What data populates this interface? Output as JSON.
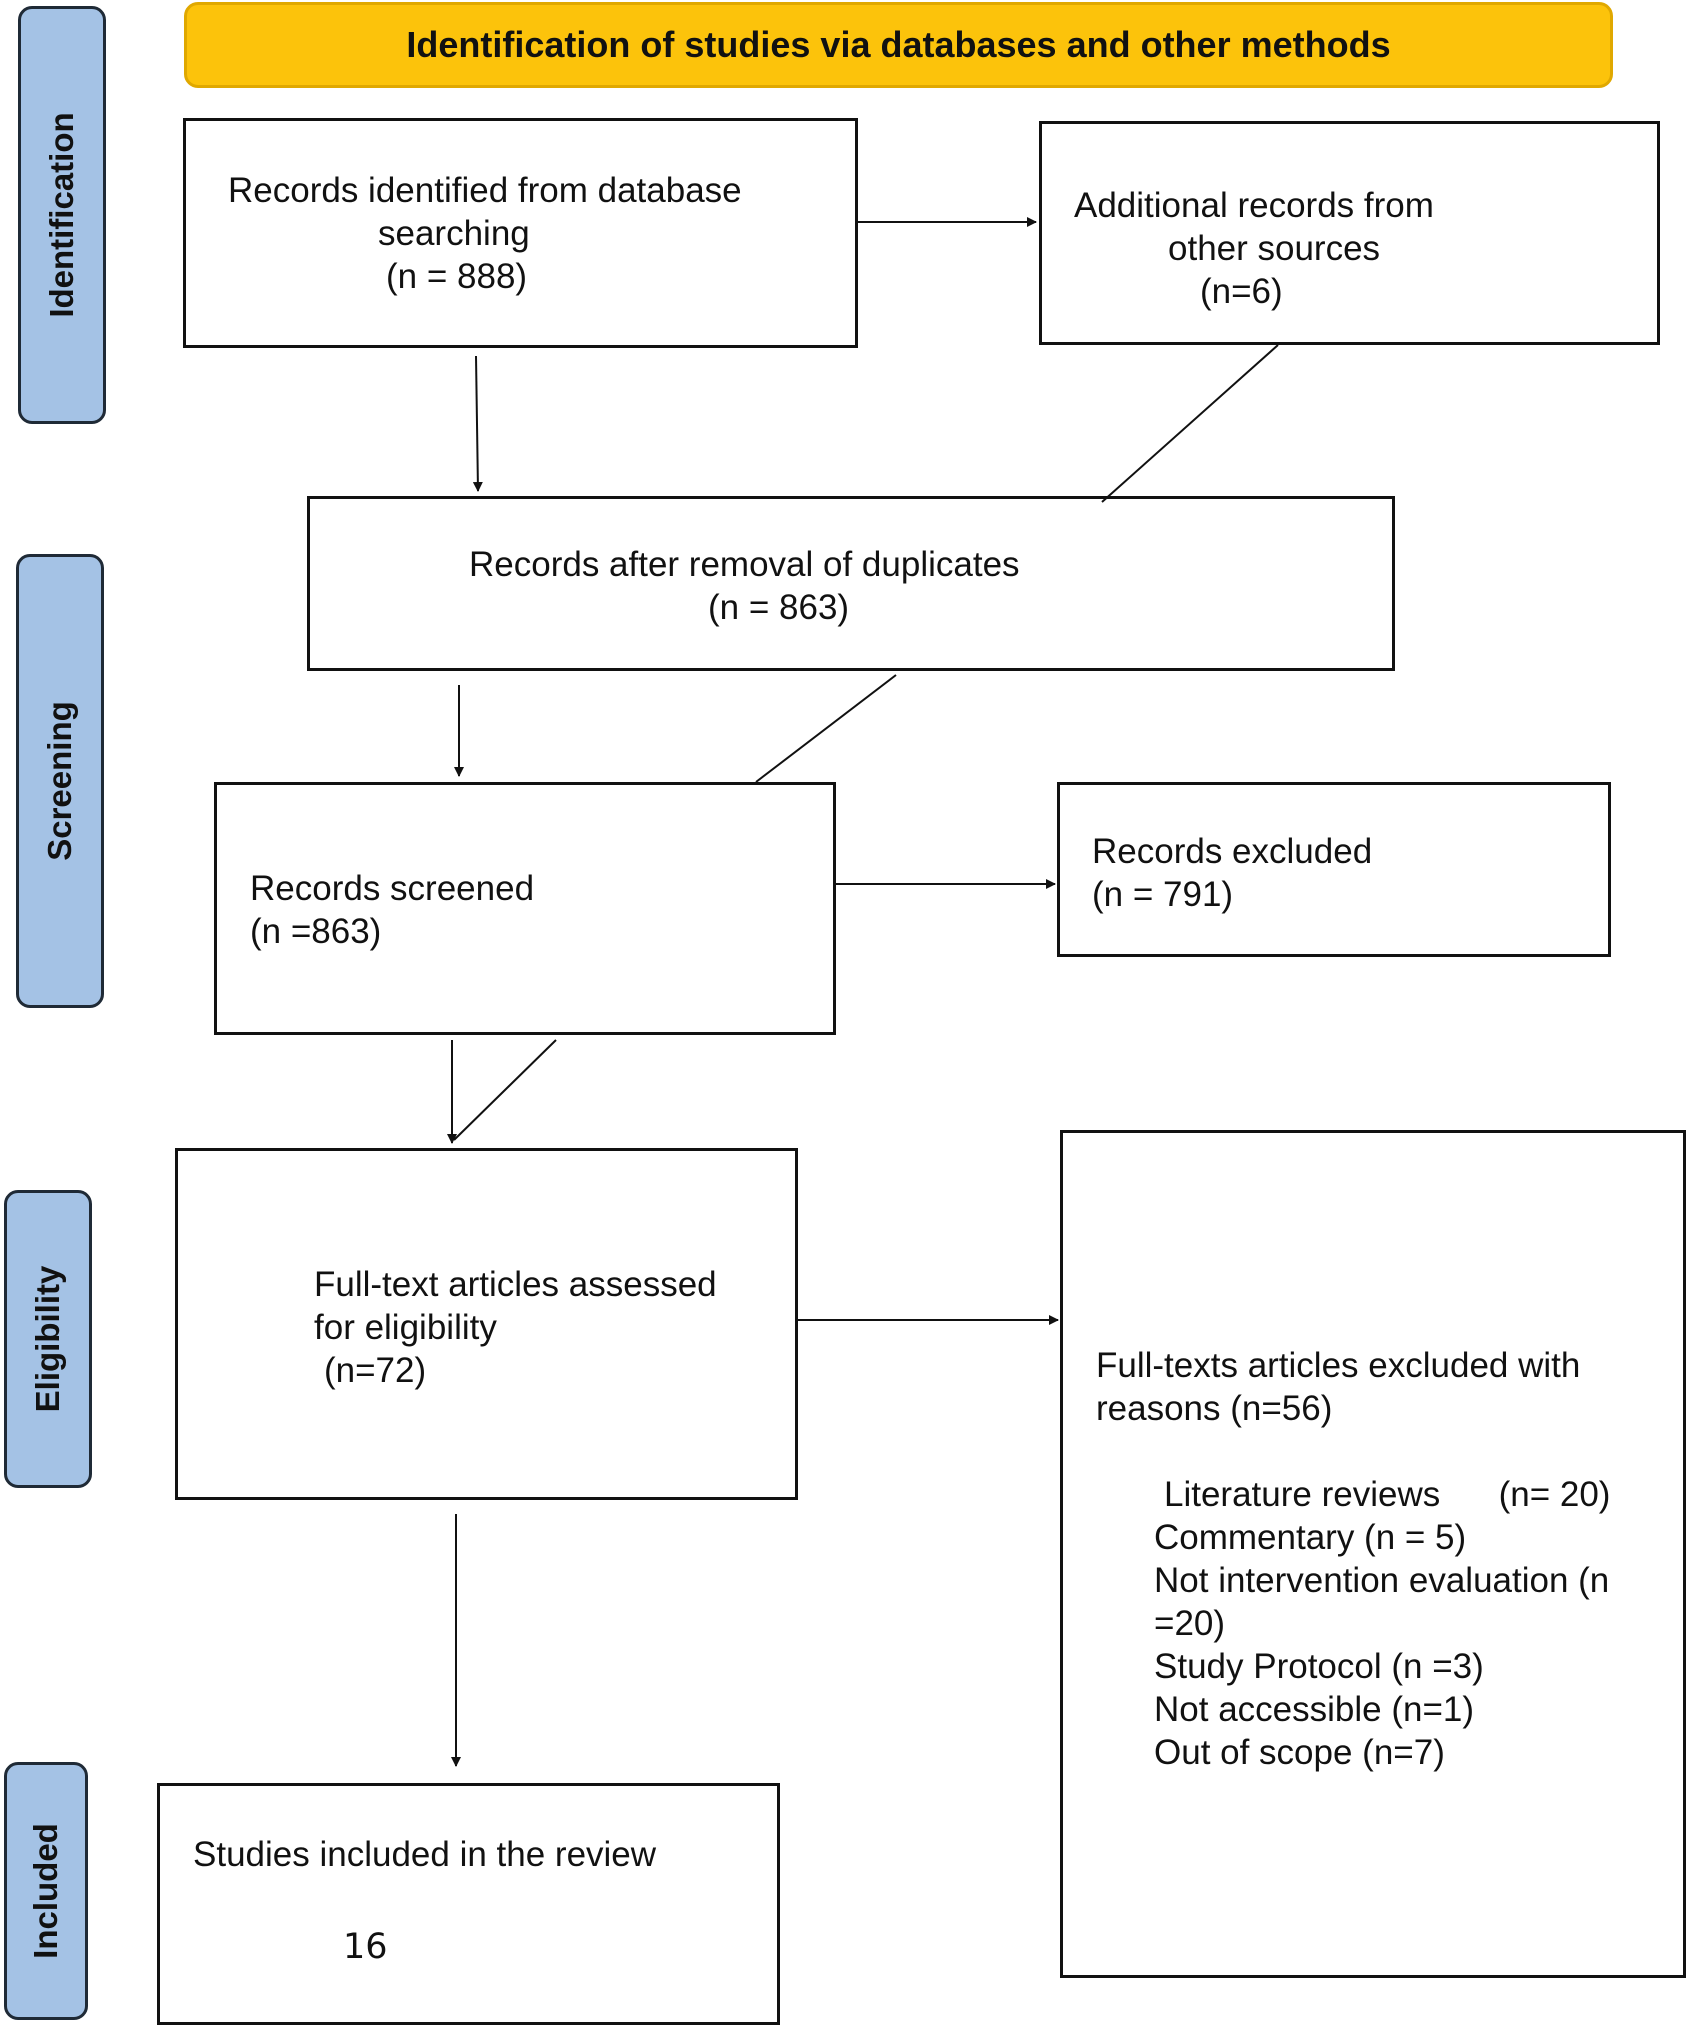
{
  "banner": {
    "title": "Identification of studies via databases and other methods"
  },
  "stages": {
    "identification": "Identification",
    "screening": "Screening",
    "eligibility": "Eligibility",
    "included": "Included"
  },
  "boxes": {
    "db_search": {
      "line1": "Records identified from database",
      "line2": "searching",
      "line3": "(n = 888)"
    },
    "other_sources": {
      "line1": "Additional records from",
      "line2": "other sources",
      "line3": "(n=6)"
    },
    "after_duplicates": {
      "line1": "Records after removal of duplicates",
      "line2": "(n = 863)"
    },
    "screened": {
      "line1": "Records screened",
      "line2": "(n =863)"
    },
    "excluded": {
      "line1": "Records excluded",
      "line2": "(n = 791)"
    },
    "fulltext": {
      "line1": "Full-text articles assessed",
      "line2": "for eligibility",
      "line3": "(n=72)"
    },
    "fulltext_excluded": {
      "line1": "Full-texts articles excluded with",
      "line2": "reasons (n=56)",
      "reasons": [
        "Literature reviews      (n= 20)",
        "Commentary (n = 5)",
        "Not intervention evaluation (n",
        "=20)",
        "Study Protocol (n =3)",
        "Not accessible (n=1)",
        "Out of scope (n=7)"
      ]
    },
    "included": {
      "line1": "Studies included in the review",
      "count": "16"
    }
  }
}
